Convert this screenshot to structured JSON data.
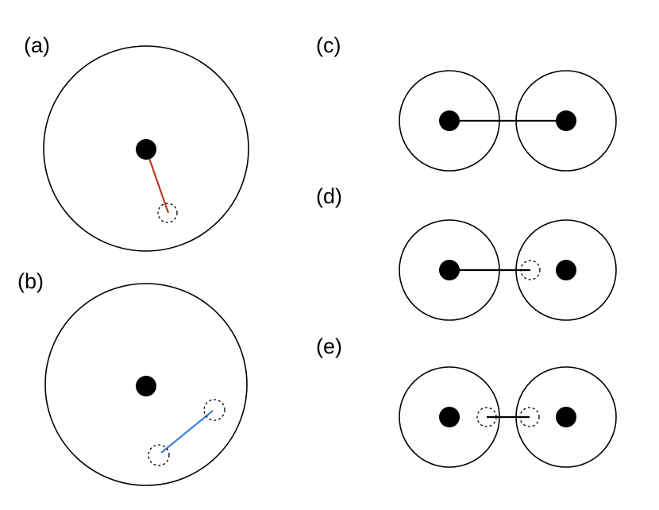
{
  "panels": {
    "a": {
      "label": "(a)"
    },
    "b": {
      "label": "(b)"
    },
    "c": {
      "label": "(c)"
    },
    "d": {
      "label": "(d)"
    },
    "e": {
      "label": "(e)"
    }
  },
  "colors": {
    "outline": "#000000",
    "nucleus": "#000000",
    "bond_a": "#c0391b",
    "bond_b": "#3d7fe0",
    "bond_cde": "#000000"
  }
}
